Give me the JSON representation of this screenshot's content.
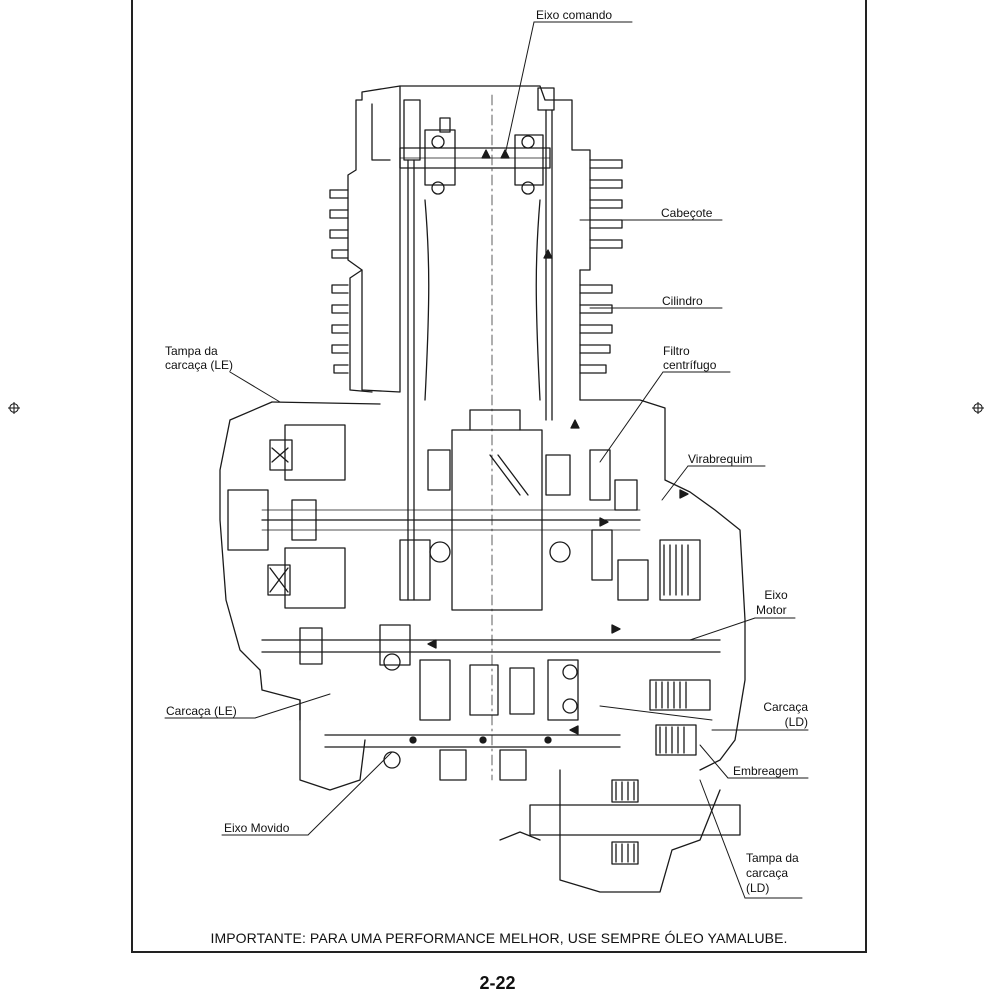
{
  "labels": {
    "eixo_comando": "Eixo comando",
    "cabecote": "Cabeçote",
    "cilindro": "Cilindro",
    "tampa_le_1": "Tampa da",
    "tampa_le_2": "carcaça (LE)",
    "filtro_1": "Filtro",
    "filtro_2": "centrífugo",
    "virabrequim": "Virabrequim",
    "eixo_motor_1": "Eixo",
    "eixo_motor_2": "Motor",
    "carcaca_le": "Carcaça (LE)",
    "carcaca_ld_1": "Carcaça",
    "carcaca_ld_2": "(LD)",
    "embreagem": "Embreagem",
    "eixo_movido": "Eixo Movido",
    "tampa_ld_1": "Tampa da",
    "tampa_ld_2": "carcaça",
    "tampa_ld_3": "(LD)"
  },
  "footer_note": "IMPORTANTE: PARA UMA PERFORMANCE MELHOR, USE SEMPRE ÓLEO YAMALUBE.",
  "page_number": "2-22",
  "colors": {
    "ink": "#1a1a1a",
    "paper": "#ffffff"
  },
  "icons": [
    "registration-mark-icon"
  ]
}
